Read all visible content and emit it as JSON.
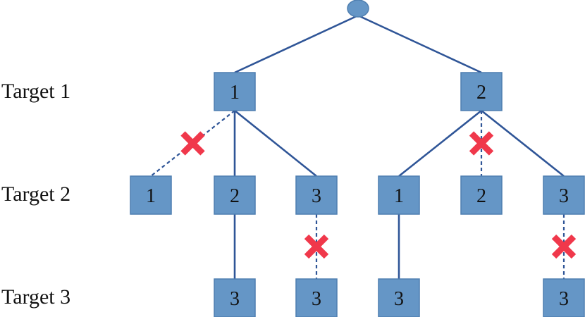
{
  "diagram": {
    "row_labels": [
      "Target 1",
      "Target 2",
      "Target 3"
    ],
    "colors": {
      "node_fill": "#6596c6",
      "node_stroke": "#4f7fb0",
      "edge": "#2f5597",
      "pruned_marker": "#f0384b"
    },
    "nodes": [
      {
        "id": "root",
        "level": 0,
        "label": ""
      },
      {
        "id": "a1",
        "level": 1,
        "label": "1"
      },
      {
        "id": "a2",
        "level": 1,
        "label": "2"
      },
      {
        "id": "b1",
        "level": 2,
        "label": "1"
      },
      {
        "id": "b2",
        "level": 2,
        "label": "2"
      },
      {
        "id": "b3",
        "level": 2,
        "label": "3"
      },
      {
        "id": "b4",
        "level": 2,
        "label": "1"
      },
      {
        "id": "b5",
        "level": 2,
        "label": "2"
      },
      {
        "id": "b6",
        "level": 2,
        "label": "3"
      },
      {
        "id": "c1",
        "level": 3,
        "label": "3"
      },
      {
        "id": "c2",
        "level": 3,
        "label": "3"
      },
      {
        "id": "c3",
        "level": 3,
        "label": "3"
      },
      {
        "id": "c4",
        "level": 3,
        "label": "3"
      }
    ],
    "edges": [
      {
        "from": "root",
        "to": "a1",
        "pruned": false
      },
      {
        "from": "root",
        "to": "a2",
        "pruned": false
      },
      {
        "from": "a1",
        "to": "b1",
        "pruned": true
      },
      {
        "from": "a1",
        "to": "b2",
        "pruned": false
      },
      {
        "from": "a1",
        "to": "b3",
        "pruned": false
      },
      {
        "from": "a2",
        "to": "b4",
        "pruned": false
      },
      {
        "from": "a2",
        "to": "b5",
        "pruned": true
      },
      {
        "from": "a2",
        "to": "b6",
        "pruned": false
      },
      {
        "from": "b2",
        "to": "c1",
        "pruned": false
      },
      {
        "from": "b3",
        "to": "c2",
        "pruned": true
      },
      {
        "from": "b4",
        "to": "c3",
        "pruned": false
      },
      {
        "from": "b6",
        "to": "c4",
        "pruned": true
      }
    ]
  }
}
